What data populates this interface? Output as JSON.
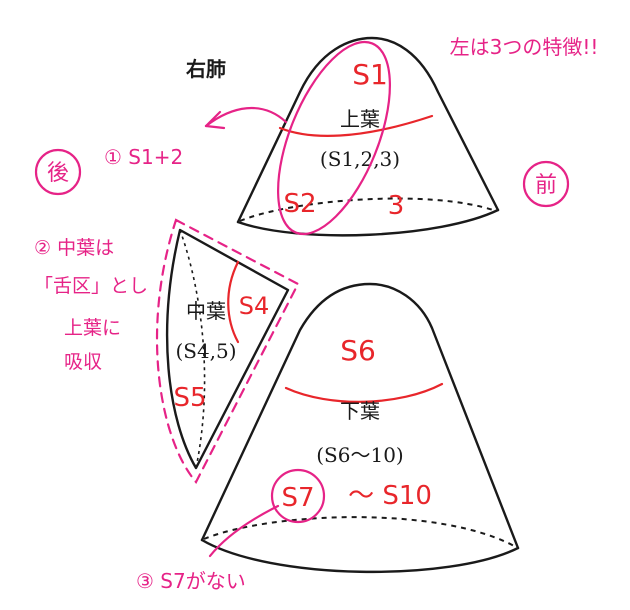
{
  "title": "右肺",
  "lobes": {
    "upper": {
      "name": "上葉",
      "segments": "(S1,2,3)"
    },
    "middle": {
      "name": "中葉",
      "segments": "(S4,5)"
    },
    "lower": {
      "name": "下葉",
      "segments": "(S6〜10)"
    }
  },
  "annotations": {
    "s1": "S1",
    "s2": "S2",
    "s3": "3",
    "s4": "S4",
    "s5": "S5",
    "s6": "S6",
    "s7": "S7",
    "s7_range": "〜 S10",
    "left_hint": "左は3つの特徴!!",
    "back": "後",
    "front": "前",
    "note1": "① S1+2",
    "note2_line1": "② 中葉は",
    "note2_line2": "「舌区」とし",
    "note2_line3": "上葉に",
    "note2_line4": "吸収",
    "note3": "③ S7がない"
  },
  "colors": {
    "ink": "#1a1a1a",
    "red": "#e8262b",
    "pink": "#e62387"
  }
}
